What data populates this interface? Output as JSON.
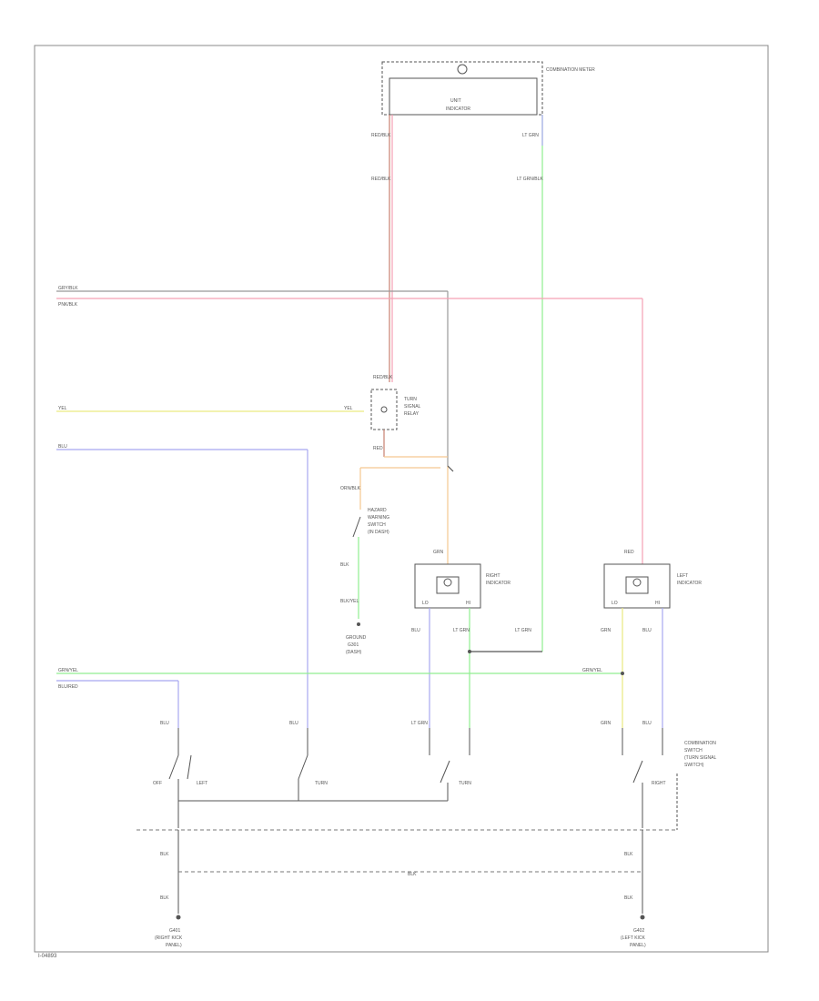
{
  "colors": {
    "pink": "#f5a0b4",
    "red_wire": "#c88070",
    "green": "#90ee90",
    "yellow": "#eaea80",
    "blue": "#a8a8f0",
    "orange": "#f5c890",
    "gray": "#999999",
    "frame": "#8a8a8a"
  },
  "labels": {
    "combination_meter": "COMBINATION METER",
    "unit_name": "UNIT",
    "unit_sub": "INDICATOR",
    "wire_top_left": "RED/BLK",
    "wire_top_right": "LT GRN",
    "wire_red_mid": "RED/BLK",
    "wire_green_mid": "LT GRN/BLK",
    "left_bus_1": "GRY/BLK",
    "left_bus_2": "PNK/BLK",
    "left_yel": "YEL",
    "left_blu": "BLU",
    "left_grn": "GRN/YEL",
    "left_blu2": "BLU/RED",
    "yel_end": "YEL",
    "relay_pin_a": "RED/BLK",
    "relay_pin_b": "RED",
    "relay_name_1": "TURN",
    "relay_name_2": "SIGNAL",
    "relay_name_3": "RELAY",
    "hazard_wire": "ORN/BLK",
    "hazard_name_1": "HAZARD",
    "hazard_name_2": "WARNING",
    "hazard_name_3": "SWITCH",
    "hazard_name_4": "(IN DASH)",
    "hazard_wire_2": "BLK",
    "hazard_wire_3": "BLK/YEL",
    "ground_a": "GROUND",
    "ground_b": "G301",
    "ground_c": "(DASH)",
    "right_ind_wire": "GRN",
    "right_ind_name_1": "RIGHT",
    "right_ind_name_2": "INDICATOR",
    "left_ind_wire": "RED",
    "left_ind_name_1": "LEFT",
    "left_ind_name_2": "INDICATOR",
    "pin_l": "LO",
    "pin_r": "HI",
    "ind_out_1": "BLU",
    "ind_out_2": "LT GRN",
    "ind_out_3": "LT GRN",
    "ind_out_4": "GRN",
    "ind_out_5": "BLU",
    "grn_right": "GRN/YEL",
    "sw_wire_1": "BLU",
    "sw_wire_2": "BLU",
    "sw_wire_3": "LT GRN",
    "sw_wire_4": "GRN",
    "sw_wire_5": "BLU",
    "sw_name_1": "COMBINATION",
    "sw_name_2": "SWITCH",
    "sw_name_3": "(TURN SIGNAL",
    "sw_name_4": "SWITCH)",
    "sw_pos_off": "OFF",
    "sw_pos_turn": "TURN",
    "sw_pos_left": "LEFT",
    "sw_pos_right": "RIGHT",
    "gnd_wire_l": "BLK",
    "gnd_wire_r": "BLK",
    "gnd_dash": "BLK",
    "gnd_l_wire_2": "BLK",
    "gnd_r_wire_2": "BLK",
    "gnd_l_name_1": "G401",
    "gnd_l_name_2": "(RIGHT KICK",
    "gnd_l_name_3": "PANEL)",
    "gnd_r_name_1": "G402",
    "gnd_r_name_2": "(LEFT KICK",
    "gnd_r_name_3": "PANEL)",
    "footer_code": "I-04893"
  }
}
